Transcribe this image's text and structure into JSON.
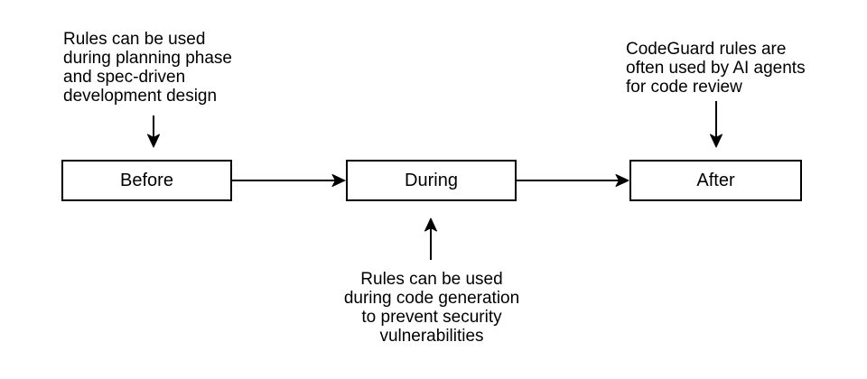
{
  "diagram": {
    "type": "flowchart",
    "background_color": "#ffffff",
    "stroke_color": "#000000",
    "box_fill_color": "#ffffff",
    "text_color": "#000000",
    "boxes": [
      {
        "label": "Before"
      },
      {
        "label": "During"
      },
      {
        "label": "After"
      }
    ],
    "annotations": [
      {
        "target": "Before",
        "arrow_direction": "down",
        "text": "Rules can be used\nduring planning phase\nand spec-driven\ndevelopment design"
      },
      {
        "target": "During",
        "arrow_direction": "up",
        "text": "Rules can be used\nduring code generation\nto prevent security\nvulnerabilities"
      },
      {
        "target": "After",
        "arrow_direction": "down",
        "text": "CodeGuard rules are\noften used by AI agents\nfor code review"
      }
    ],
    "connectors": [
      {
        "from": "Before",
        "to": "During"
      },
      {
        "from": "During",
        "to": "After"
      }
    ]
  }
}
